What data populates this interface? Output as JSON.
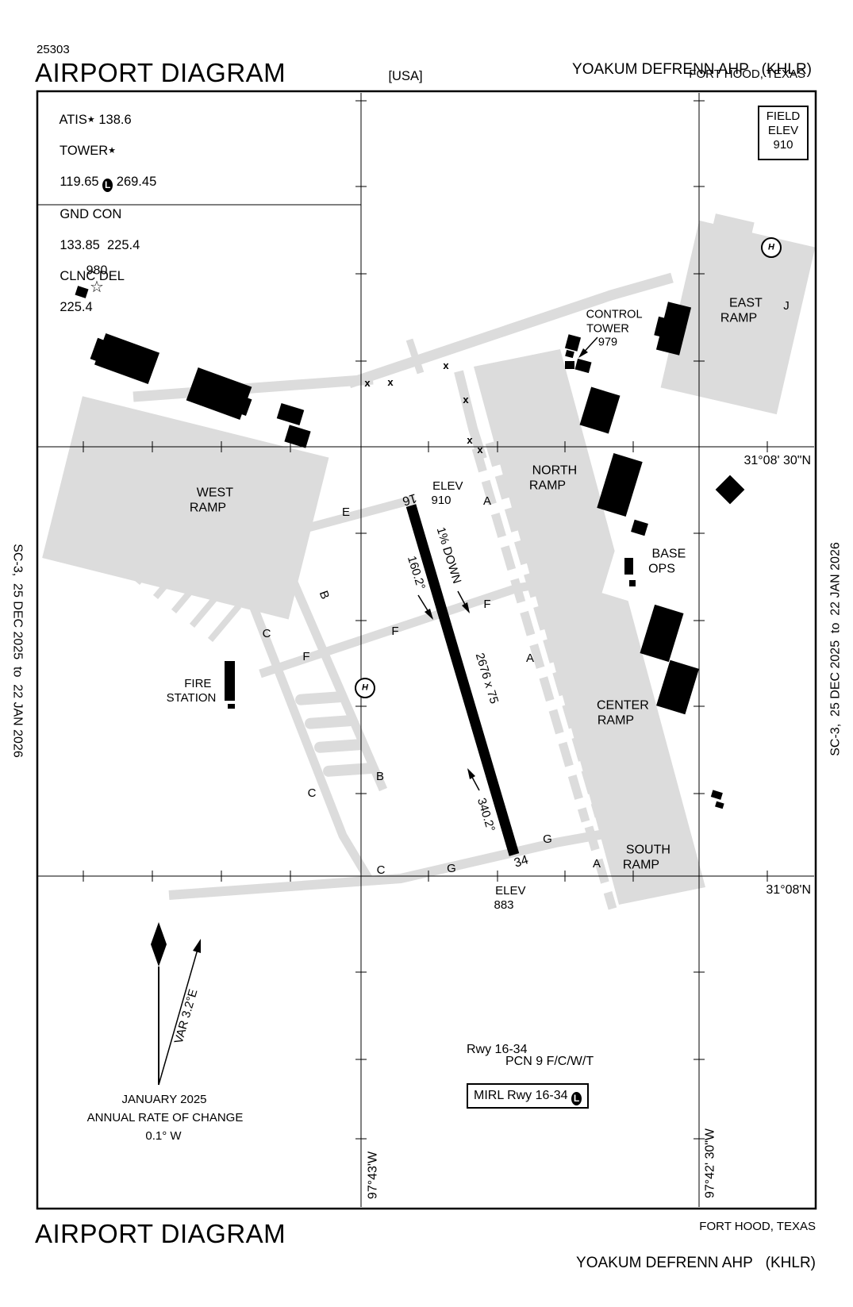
{
  "header": {
    "chart_number": "25303",
    "title": "AIRPORT DIAGRAM",
    "region": "[USA]",
    "airport_name": "YOAKUM DEFRENN AHP",
    "airport_code": "(KHLR)",
    "location": "FORT HOOD, TEXAS"
  },
  "comm": {
    "atis": "ATIS",
    "star": "★",
    "atis_freq": "138.6",
    "tower": "TOWER",
    "tower_f1": "119.65",
    "l": "L",
    "tower_f2": "269.45",
    "gnd": "GND CON",
    "gnd_f": "133.85  225.4",
    "clnc": "CLNC DEL",
    "clnc_f": "225.4"
  },
  "field_elev": {
    "l1": "FIELD",
    "l2": "ELEV",
    "value": "910"
  },
  "edition": {
    "left": "SC-3,  25 DEC 2025  to  22 JAN 2026",
    "right": "SC-3,  25 DEC 2025  to  22 JAN 2026"
  },
  "coords": {
    "lat_upper": "31°08' 30\"N",
    "lat_lower": "31°08'N",
    "lon_left": "97°43'W",
    "lon_right": "97°42' 30\"W"
  },
  "runway": {
    "end16": "16",
    "end34": "34",
    "dim": "2676 x 75",
    "hdg16": "160.2°",
    "hdg34": "340.2°",
    "slope": "1% DOWN",
    "elev_label": "ELEV",
    "elev16": "910",
    "elev34": "883"
  },
  "ramps": {
    "west": [
      "WEST",
      "RAMP"
    ],
    "north": [
      "NORTH",
      "RAMP"
    ],
    "east": [
      "EAST",
      "RAMP"
    ],
    "center": [
      "CENTER",
      "RAMP"
    ],
    "south": [
      "SOUTH",
      "RAMP"
    ],
    "base_ops": [
      "BASE",
      "OPS"
    ]
  },
  "tower": {
    "l1": "CONTROL",
    "l2": "TOWER",
    "elev": "979"
  },
  "beacon": {
    "elev": "980",
    "star": "☆"
  },
  "fire_station": [
    "FIRE",
    "STATION"
  ],
  "helipad": "H",
  "closed_x": "x",
  "taxiways": {
    "a": "A",
    "b": "B",
    "c": "C",
    "e": "E",
    "f": "F",
    "g": "G",
    "j": "J"
  },
  "notes": {
    "rwy": "Rwy 16-34",
    "pcn": "PCN 9 F/C/W/T",
    "mirl": "MIRL Rwy 16-34",
    "lighting_symbol": "L"
  },
  "variation": {
    "label": "VAR 3.2°E",
    "date": "JANUARY 2025",
    "rate1": "ANNUAL RATE OF CHANGE",
    "rate2": "0.1° W"
  },
  "footer": {
    "title": "AIRPORT DIAGRAM",
    "location": "FORT HOOD, TEXAS",
    "airport_name": "YOAKUM DEFRENN AHP",
    "airport_code": "(KHLR)"
  },
  "colors": {
    "ink": "#000000",
    "ramp_gray": "#dcdcdc"
  }
}
